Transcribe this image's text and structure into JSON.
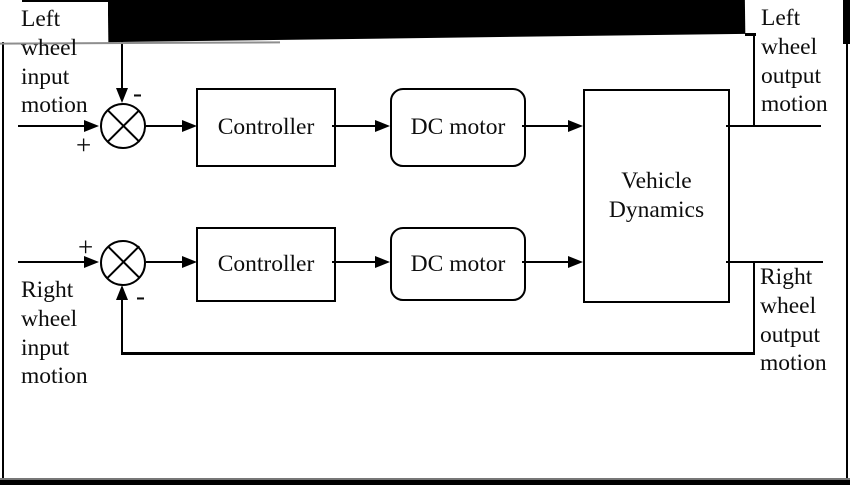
{
  "figure": {
    "background": "#ffffff",
    "ink": "#000000",
    "bar_color": "#000000",
    "frame_gray": "#8e8e8e",
    "labels": {
      "left_input": "Left\nwheel\ninput\nmotion",
      "left_output": "Left\nwheel\noutput\nmotion",
      "right_input": "Right\nwheel\ninput\nmotion",
      "right_output": "Right\nwheel\noutput\nmotion"
    },
    "left_loop": {
      "plus": "+",
      "minus": "-",
      "controller": "Controller",
      "dc_motor": "DC motor"
    },
    "right_loop": {
      "plus": "+",
      "minus": "-",
      "controller": "Controller",
      "dc_motor": "DC motor"
    },
    "vehicle_dynamics": "Vehicle\nDynamics"
  }
}
